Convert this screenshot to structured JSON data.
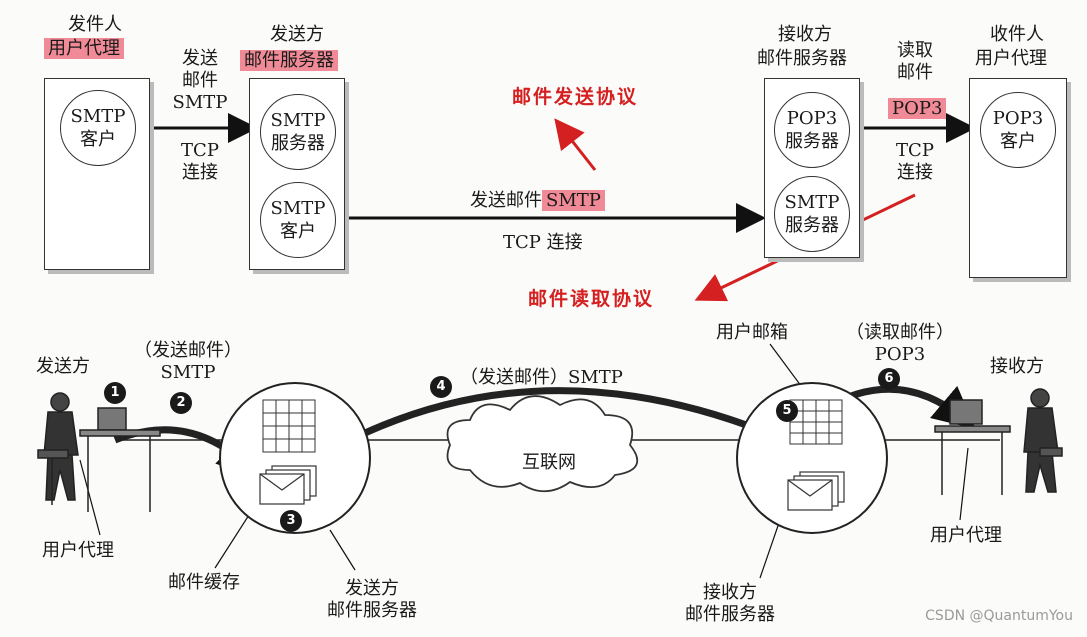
{
  "top": {
    "sender_title": "发件人",
    "sender_sub": "用户代理",
    "send_srv_title": "发送方",
    "send_srv_sub": "邮件服务器",
    "recv_srv_title": "接收方",
    "recv_srv_sub": "邮件服务器",
    "receiver_title": "收件人",
    "receiver_sub": "用户代理",
    "smtp_client_1": [
      "SMTP",
      "客户"
    ],
    "smtp_server": [
      "SMTP",
      "服务器"
    ],
    "smtp_client_2": [
      "SMTP",
      "客户"
    ],
    "pop3_server": [
      "POP3",
      "服务器"
    ],
    "smtp_server_2": [
      "SMTP",
      "服务器"
    ],
    "pop3_client": [
      "POP3",
      "客户"
    ],
    "link1": [
      "发送",
      "邮件",
      "SMTP",
      "TCP",
      "连接"
    ],
    "link2_prefix": "发送邮件",
    "link2_proto": "SMTP",
    "link2_tcp": "TCP 连接",
    "link3": [
      "读取",
      "邮件"
    ],
    "link3_proto": "POP3",
    "link3_tcp": [
      "TCP",
      "连接"
    ],
    "send_protocol_note": "邮件发送协议",
    "read_protocol_note": "邮件读取协议"
  },
  "bottom": {
    "sender": "发送方",
    "step2_label": [
      "（发送邮件）",
      "SMTP"
    ],
    "step4_label": "（发送邮件）SMTP",
    "mailbox": "用户邮箱",
    "step6_label": [
      "（读取邮件）",
      "POP3"
    ],
    "receiver": "接收方",
    "internet": "互联网",
    "ua_left": "用户代理",
    "mail_cache": "邮件缓存",
    "send_srv": [
      "发送方",
      "邮件服务器"
    ],
    "recv_srv": [
      "接收方",
      "邮件服务器"
    ],
    "ua_right": "用户代理",
    "steps": [
      "1",
      "2",
      "3",
      "4",
      "5",
      "6"
    ]
  },
  "watermark": "CSDN @QuantumYou",
  "colors": {
    "highlight": "#f08a96",
    "note_red": "#d42020"
  }
}
